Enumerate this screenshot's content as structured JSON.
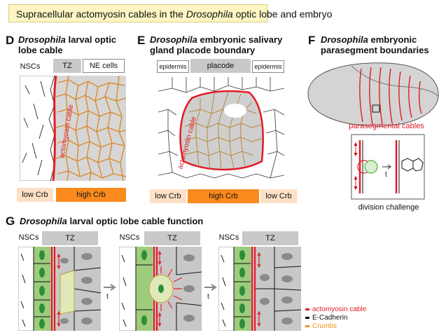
{
  "title": {
    "prefix": "Supracellular actomyosin cables in the ",
    "italic": "Drosophila",
    "suffix": " optic lobe and embryo"
  },
  "panel_d": {
    "letter": "D",
    "title_italic": "Drosophila",
    "title_rest": " larval optic",
    "title_line2": "lobe cable",
    "labels": {
      "nscs": "NSCs",
      "tz": "TZ",
      "ne": "NE cells"
    },
    "cable_label": "actomyosin cable",
    "crb_low": "low Crb",
    "crb_high": "high Crb"
  },
  "panel_e": {
    "letter": "E",
    "title_italic": "Drosophila",
    "title_rest": " embryonic salivary",
    "title_line2": "gland placode boundary",
    "labels": {
      "epidermis_left": "epidermis",
      "placode": "placode",
      "epidermis_right": "epidermis"
    },
    "cable_label": "actomyosin cable",
    "crb_low_left": "low Crb",
    "crb_high": "high Crb",
    "crb_low_right": "low Crb"
  },
  "panel_f": {
    "letter": "F",
    "title_italic": "Drosophila",
    "title_rest": " embryonic",
    "title_line2": "parasegment boundaries",
    "parasegmental_label": "parasegmental cables",
    "t_label": "t",
    "division_label": "division challenge"
  },
  "panel_g": {
    "letter": "G",
    "title_italic": "Drosophila",
    "title_rest": " larval optic lobe cable function",
    "nscs": "NSCs",
    "tz": "TZ",
    "t_label": "t",
    "legend": [
      {
        "label": "actomyosin cable",
        "color": "#e31b23"
      },
      {
        "label": "E-Cadherin",
        "color": "#111111"
      },
      {
        "label": "Crumbs",
        "color": "#f7931e"
      }
    ]
  },
  "colors": {
    "cable_red": "#e31b23",
    "crumbs_orange": "#f7931e",
    "tissue_gray": "#c8c8c8",
    "nsc_green": "#8cc06b",
    "title_bg": "#fdf6c3"
  }
}
